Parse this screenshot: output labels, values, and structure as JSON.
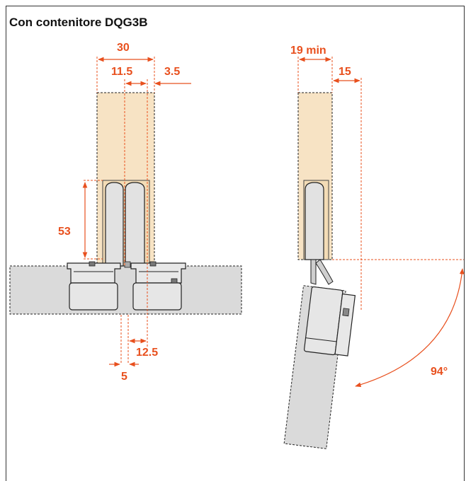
{
  "title": "Con contenitore DQG3B",
  "dimensions": {
    "width_total": "30",
    "cup_offset": "11.5",
    "edge_offset": "3.5",
    "cup_height": "53",
    "overlay": "12.5",
    "gap": "5",
    "min_thickness": "19 min",
    "side_clearance": "15",
    "opening_angle": "94°"
  },
  "colors": {
    "dimension": "#e8501e",
    "wood": "#f7e3c4",
    "panel": "#dadada",
    "outline": "#222222",
    "hinge_fill": "#e2e2e2"
  }
}
